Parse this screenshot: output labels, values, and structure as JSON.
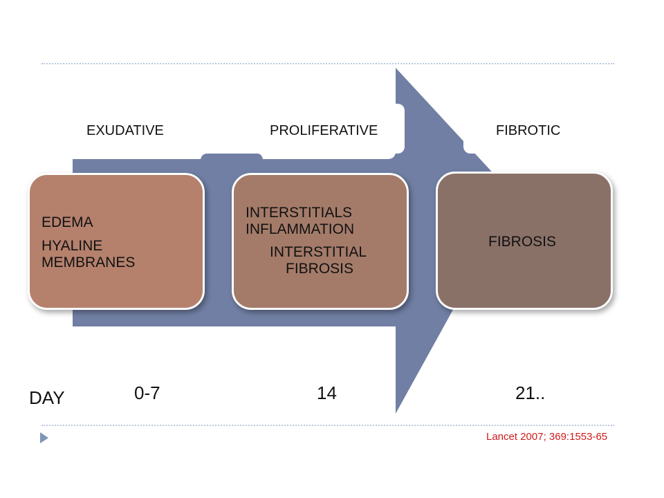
{
  "phases": [
    {
      "label": "EXUDATIVE",
      "lines": [
        "EDEMA",
        "HYALINE",
        "MEMBRANES"
      ],
      "color": "#b5816d"
    },
    {
      "label": "PROLIFERATIVE",
      "lines": [
        "INTERSTITIALS",
        "INFLAMMATION",
        "INTERSTITIAL",
        "FIBROSIS"
      ],
      "color": "#a47b69"
    },
    {
      "label": "FIBROTIC",
      "lines": [
        "FIBROSIS"
      ],
      "color": "#8a7168"
    }
  ],
  "timeline": {
    "axis_label": "DAY",
    "ticks": [
      "0-7",
      "14",
      "21.."
    ]
  },
  "reference": "Lancet 2007; 369:1553-65",
  "colors": {
    "arrow": "#717fa4",
    "reference_text": "#d11a1a",
    "rule": "#b9c9dd",
    "bullet": "#7f95b9"
  }
}
